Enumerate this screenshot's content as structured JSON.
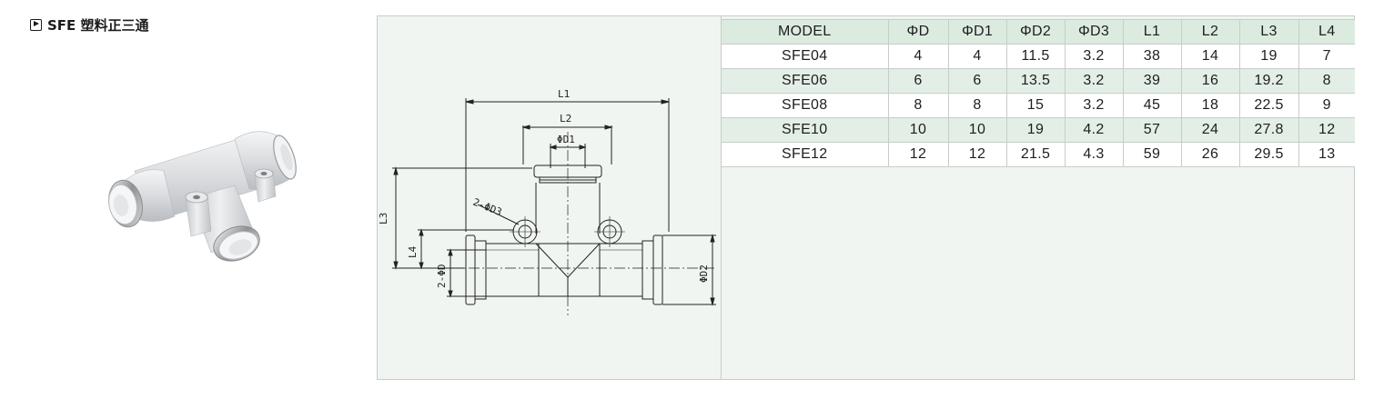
{
  "product": {
    "title": "SFE 塑料正三通",
    "title_icon": "play-square-icon"
  },
  "drawing": {
    "labels": {
      "l1": "L1",
      "l2": "L2",
      "l3": "L3",
      "l4": "L4",
      "d1": "ΦD1",
      "d3": "2-ΦD3",
      "d": "2-ΦD",
      "d2": "ΦD2"
    }
  },
  "spec_table": {
    "headers": [
      "MODEL",
      "ΦD",
      "ΦD1",
      "ΦD2",
      "ΦD3",
      "L1",
      "L2",
      "L3",
      "L4"
    ],
    "rows": [
      [
        "SFE04",
        "4",
        "4",
        "11.5",
        "3.2",
        "38",
        "14",
        "19",
        "7"
      ],
      [
        "SFE06",
        "6",
        "6",
        "13.5",
        "3.2",
        "39",
        "16",
        "19.2",
        "8"
      ],
      [
        "SFE08",
        "8",
        "8",
        "15",
        "3.2",
        "45",
        "18",
        "22.5",
        "9"
      ],
      [
        "SFE10",
        "10",
        "10",
        "19",
        "4.2",
        "57",
        "24",
        "27.8",
        "12"
      ],
      [
        "SFE12",
        "12",
        "12",
        "21.5",
        "4.3",
        "59",
        "26",
        "29.5",
        "13"
      ]
    ]
  },
  "colors": {
    "panel_bg": "#f0f5f1",
    "header_bg": "#dcebe0",
    "stripe_bg": "#e3efe6",
    "border": "#c6cdc8"
  }
}
